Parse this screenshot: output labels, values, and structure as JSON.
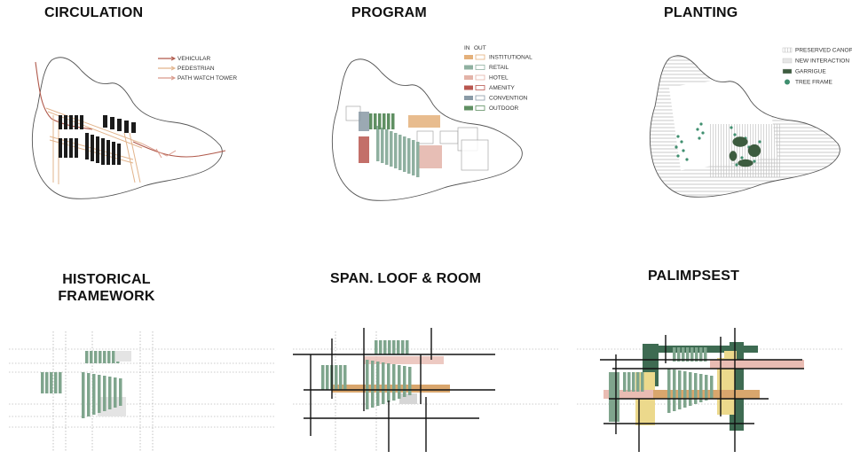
{
  "titles": {
    "circulation": "CIRCULATION",
    "program": "PROGRAM",
    "planting": "PLANTING",
    "historical_line1": "HISTORICAL",
    "historical_line2": "FRAMEWORK",
    "span": "SPAN. LOOF & ROOM",
    "palimpsest": "PALIMPSEST"
  },
  "circulation_legend": [
    {
      "label": "VEHICULAR",
      "color": "#b0594b"
    },
    {
      "label": "PEDESTRIAN",
      "color": "#e2b48c"
    },
    {
      "label": "PATH WATCH TOWER",
      "color": "#d9998a"
    }
  ],
  "program_legend": {
    "in_label": "IN",
    "out_label": "OUT",
    "items": [
      {
        "label": "INSTITUTIONAL",
        "color": "#e4b07a"
      },
      {
        "label": "RETAIL",
        "color": "#8fb0a0"
      },
      {
        "label": "HOTEL",
        "color": "#e3b3a8"
      },
      {
        "label": "AMENITY",
        "color": "#b8564f"
      },
      {
        "label": "CONVENTION",
        "color": "#8a9aa6"
      },
      {
        "label": "OUTDOOR",
        "color": "#5f8f62"
      }
    ]
  },
  "planting_legend": [
    {
      "label": "PRESERVED CANOPY",
      "kind": "hatch",
      "color": "#bbbbbb"
    },
    {
      "label": "NEW INTERACTION",
      "kind": "box",
      "color": "#e6e6e6"
    },
    {
      "label": "GARRIGUE",
      "kind": "box",
      "color": "#3d5c3f"
    },
    {
      "label": "TREE FRAME",
      "kind": "dot",
      "color": "#3f8f6f"
    }
  ],
  "colors": {
    "green": "#7fa58d",
    "dark_green": "#3e6b52",
    "orange": "#d9a66d",
    "pink": "#e9bcb3",
    "yellow": "#ecd98c",
    "black": "#111111",
    "grey": "#d6d6d6"
  }
}
